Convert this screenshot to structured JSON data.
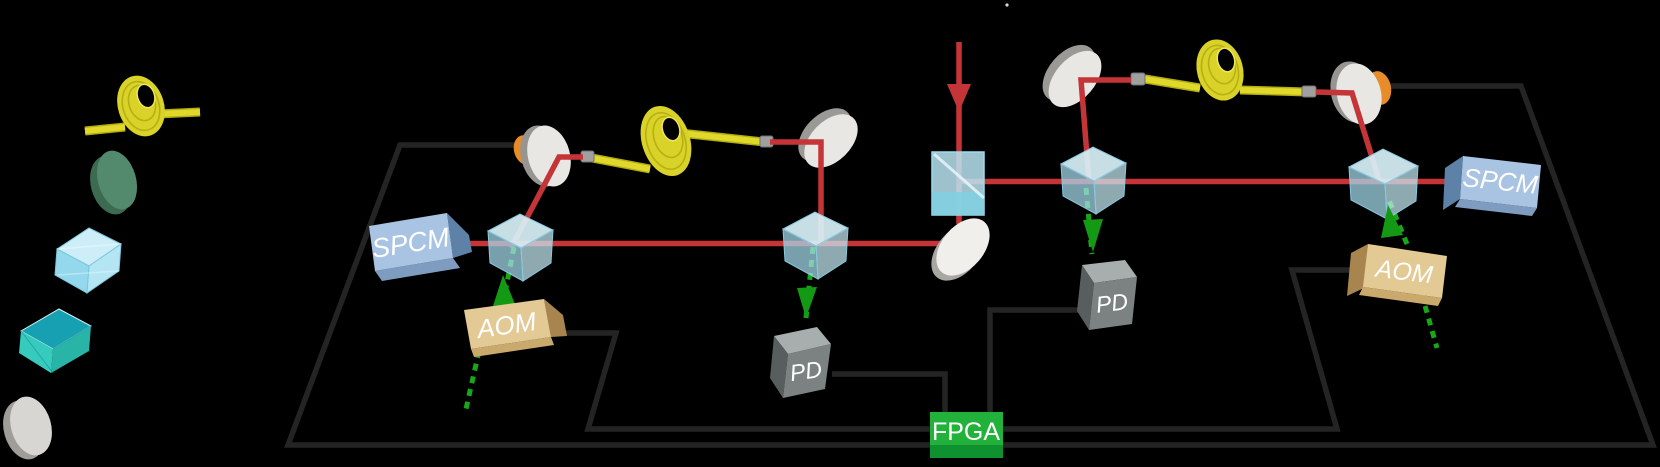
{
  "figure": {
    "type": "optical-experiment-diagram",
    "description": "Fiber interferometer network with feedback: mirrors, fiber spools, beamsplitters, SPCMs, AOMs, photodiodes and an FPGA controller on a black background",
    "background": "#000000"
  },
  "labels": {
    "spcm_left": "SPCM",
    "spcm_right": "SPCM",
    "aom_left": "AOM",
    "aom_right": "AOM",
    "pd_left": "PD",
    "pd_right": "PD",
    "fpga": "FPGA"
  },
  "legend": {
    "items": [
      {
        "icon": "fiber-coil-icon"
      },
      {
        "icon": "green-optic-icon"
      },
      {
        "icon": "beamsplitter-cube-icon"
      },
      {
        "icon": "teal-cube-icon"
      },
      {
        "icon": "mirror-icon"
      }
    ]
  },
  "colors": {
    "laser_beam_red": "#c53538",
    "control_green": "#17a817",
    "cable_black": "#242424",
    "fiber_yellow": "#d9d228",
    "spcm_blue": "#a9c3e2",
    "aom_tan": "#e3c994",
    "pd_gray": "#7c8282",
    "fpga_green": "#22b23c",
    "mirror_white": "#e9e7e4",
    "mirror_mount_orange": "#e78c28",
    "beamsplitter_blue": "#b8e4f2",
    "legend_green_optic": "#538a6d",
    "legend_teal_cube": "#2ec3b4"
  }
}
